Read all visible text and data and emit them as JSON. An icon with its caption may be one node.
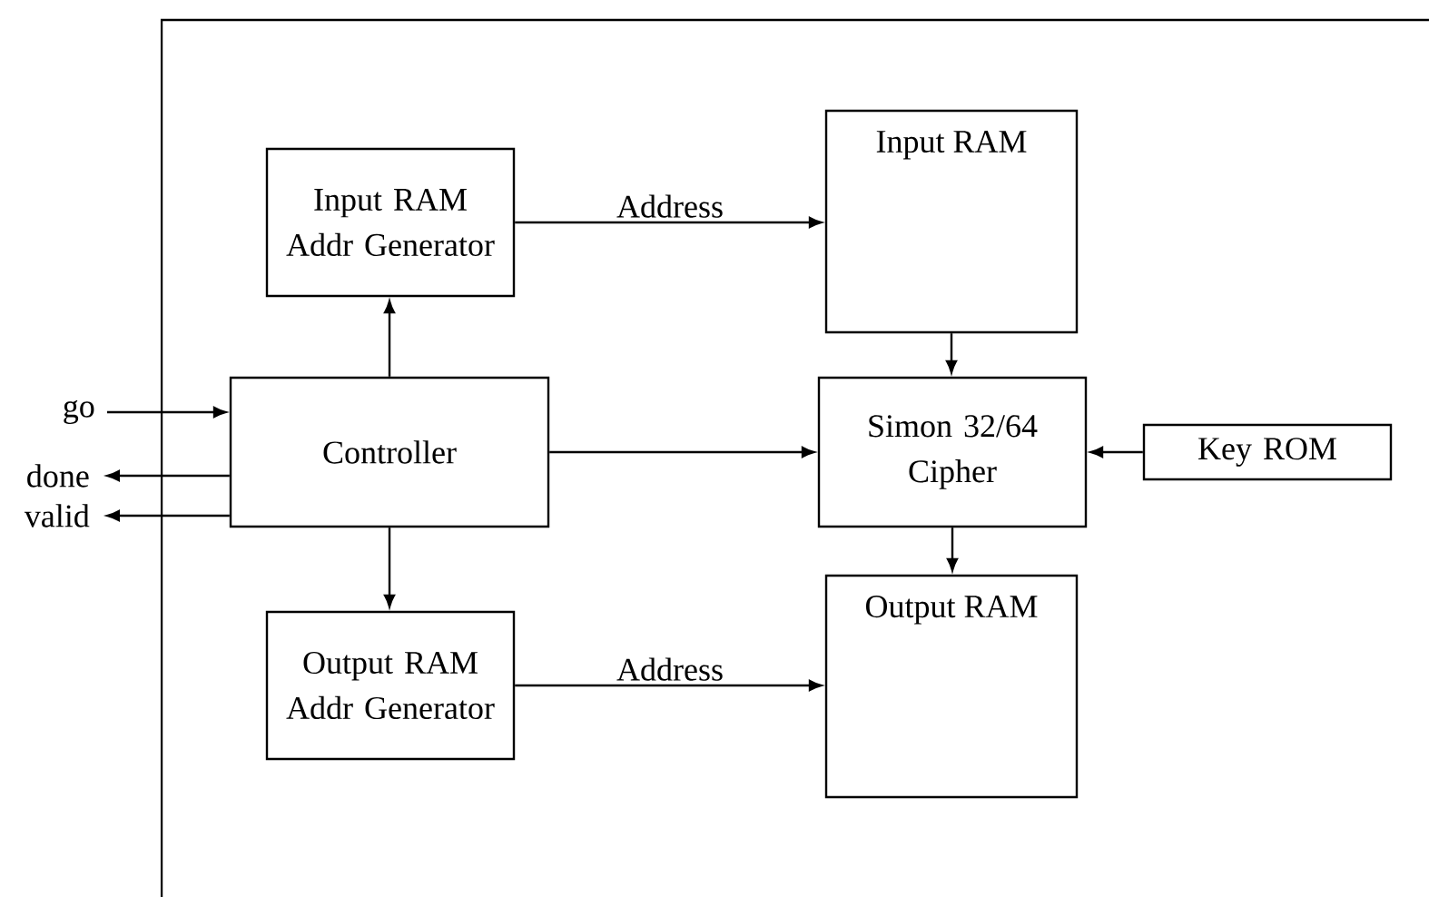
{
  "diagram": {
    "nodes": [
      {
        "text": [
          "Input RAM Addr Generator"
        ]
      },
      {
        "text": [
          "Input RAM"
        ]
      },
      {
        "text": [
          "Controller"
        ]
      },
      {
        "text": [
          "Simon 32/64 Cipher"
        ]
      },
      {
        "text": [
          "Key ROM"
        ]
      },
      {
        "text": [
          "Output RAM Addr Generator"
        ]
      },
      {
        "text": [
          "Output RAM"
        ]
      },
      {
        "text": [
          "go"
        ]
      },
      {
        "text": [
          "done"
        ]
      },
      {
        "text": [
          "valid"
        ]
      }
    ],
    "edges": [
      {
        "from": 7,
        "to": 2,
        "arrow": "to"
      },
      {
        "from": 2,
        "to": 8,
        "arrow": "to"
      },
      {
        "from": 2,
        "to": 9,
        "arrow": "to"
      },
      {
        "from": 2,
        "to": 0,
        "arrow": "to"
      },
      {
        "from": 0,
        "to": 1,
        "arrow": "to",
        "label": "Address"
      },
      {
        "from": 1,
        "to": 3,
        "arrow": "to"
      },
      {
        "from": 2,
        "to": 3,
        "arrow": "to"
      },
      {
        "from": 4,
        "to": 3,
        "arrow": "to"
      },
      {
        "from": 3,
        "to": 6,
        "arrow": "to"
      },
      {
        "from": 2,
        "to": 5,
        "arrow": "to"
      },
      {
        "from": 5,
        "to": 6,
        "arrow": "to",
        "label": "Address"
      }
    ]
  }
}
